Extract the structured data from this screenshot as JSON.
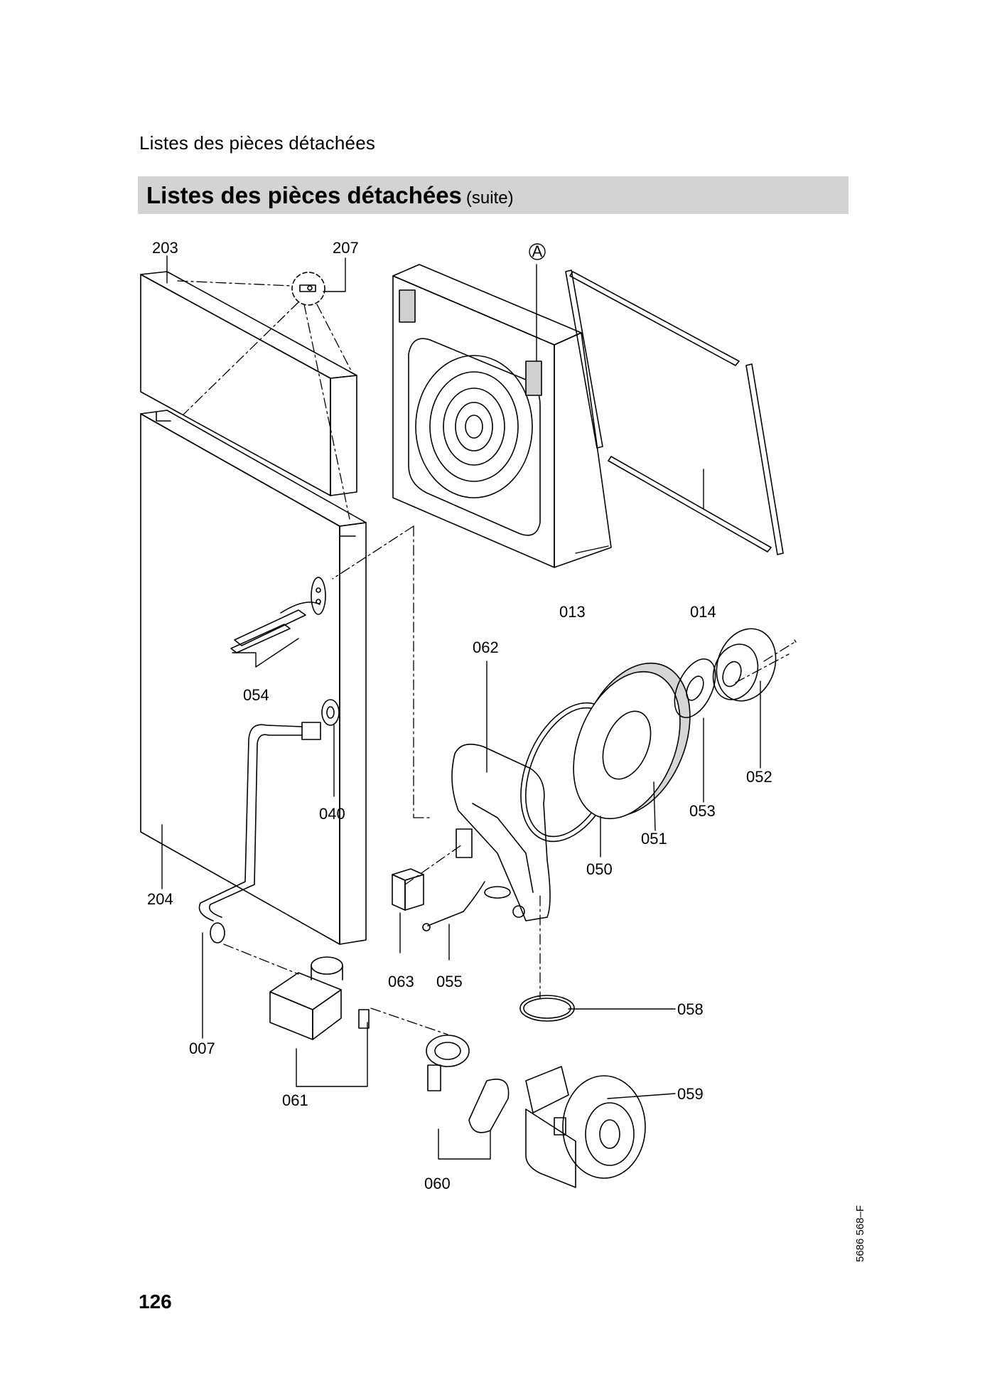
{
  "running_header": "Listes des pièces détachées",
  "section": {
    "title": "Listes des pièces détachées",
    "suffix": "(suite)"
  },
  "diagram": {
    "callouts": {
      "p203": "203",
      "p207": "207",
      "pA": "A",
      "p013": "013",
      "p014": "014",
      "p054": "054",
      "p062": "062",
      "p040": "040",
      "p052": "052",
      "p053": "053",
      "p051": "051",
      "p050": "050",
      "p204": "204",
      "p063": "063",
      "p055": "055",
      "p058": "058",
      "p007": "007",
      "p061": "061",
      "p059": "059",
      "p060": "060"
    }
  },
  "document_code": "5686 568–F",
  "page_number": "126"
}
